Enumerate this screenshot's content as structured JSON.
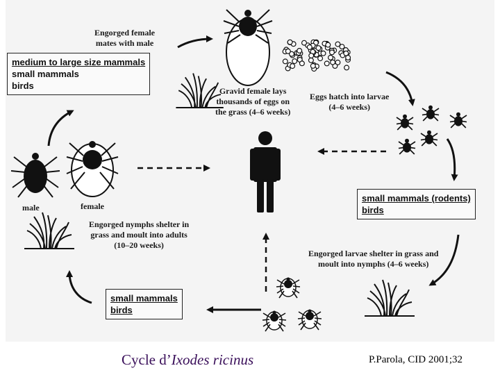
{
  "title": "Cycle d’Ixodes ricinus",
  "title_plain": "Cycle d’",
  "title_italic": "Ixodes ricinus",
  "credit": "P.Parola, CID 2001;32",
  "labels": {
    "mates": [
      "Engorged female",
      "mates with male"
    ],
    "gravid": [
      "Gravid female lays",
      "thousands of eggs on",
      "the grass (4–6 weeks)"
    ],
    "eggs": [
      "Eggs hatch into larvae",
      "(4–6 weeks)"
    ],
    "larvae_shelter": [
      "Engorged larvae shelter in grass and",
      "moult into nymphs (4–6 weeks)"
    ],
    "nymphs_shelter": [
      "Engorged nymphs shelter in",
      "grass and moult into adults",
      "(10–20 weeks)"
    ],
    "male": "male",
    "female": "female"
  },
  "hosts": {
    "adult": [
      "medium to large size mammals",
      "small mammals",
      "birds"
    ],
    "larva": [
      "small mammals (rodents)",
      "birds"
    ],
    "nymph": [
      "small mammals",
      "birds"
    ]
  }
}
